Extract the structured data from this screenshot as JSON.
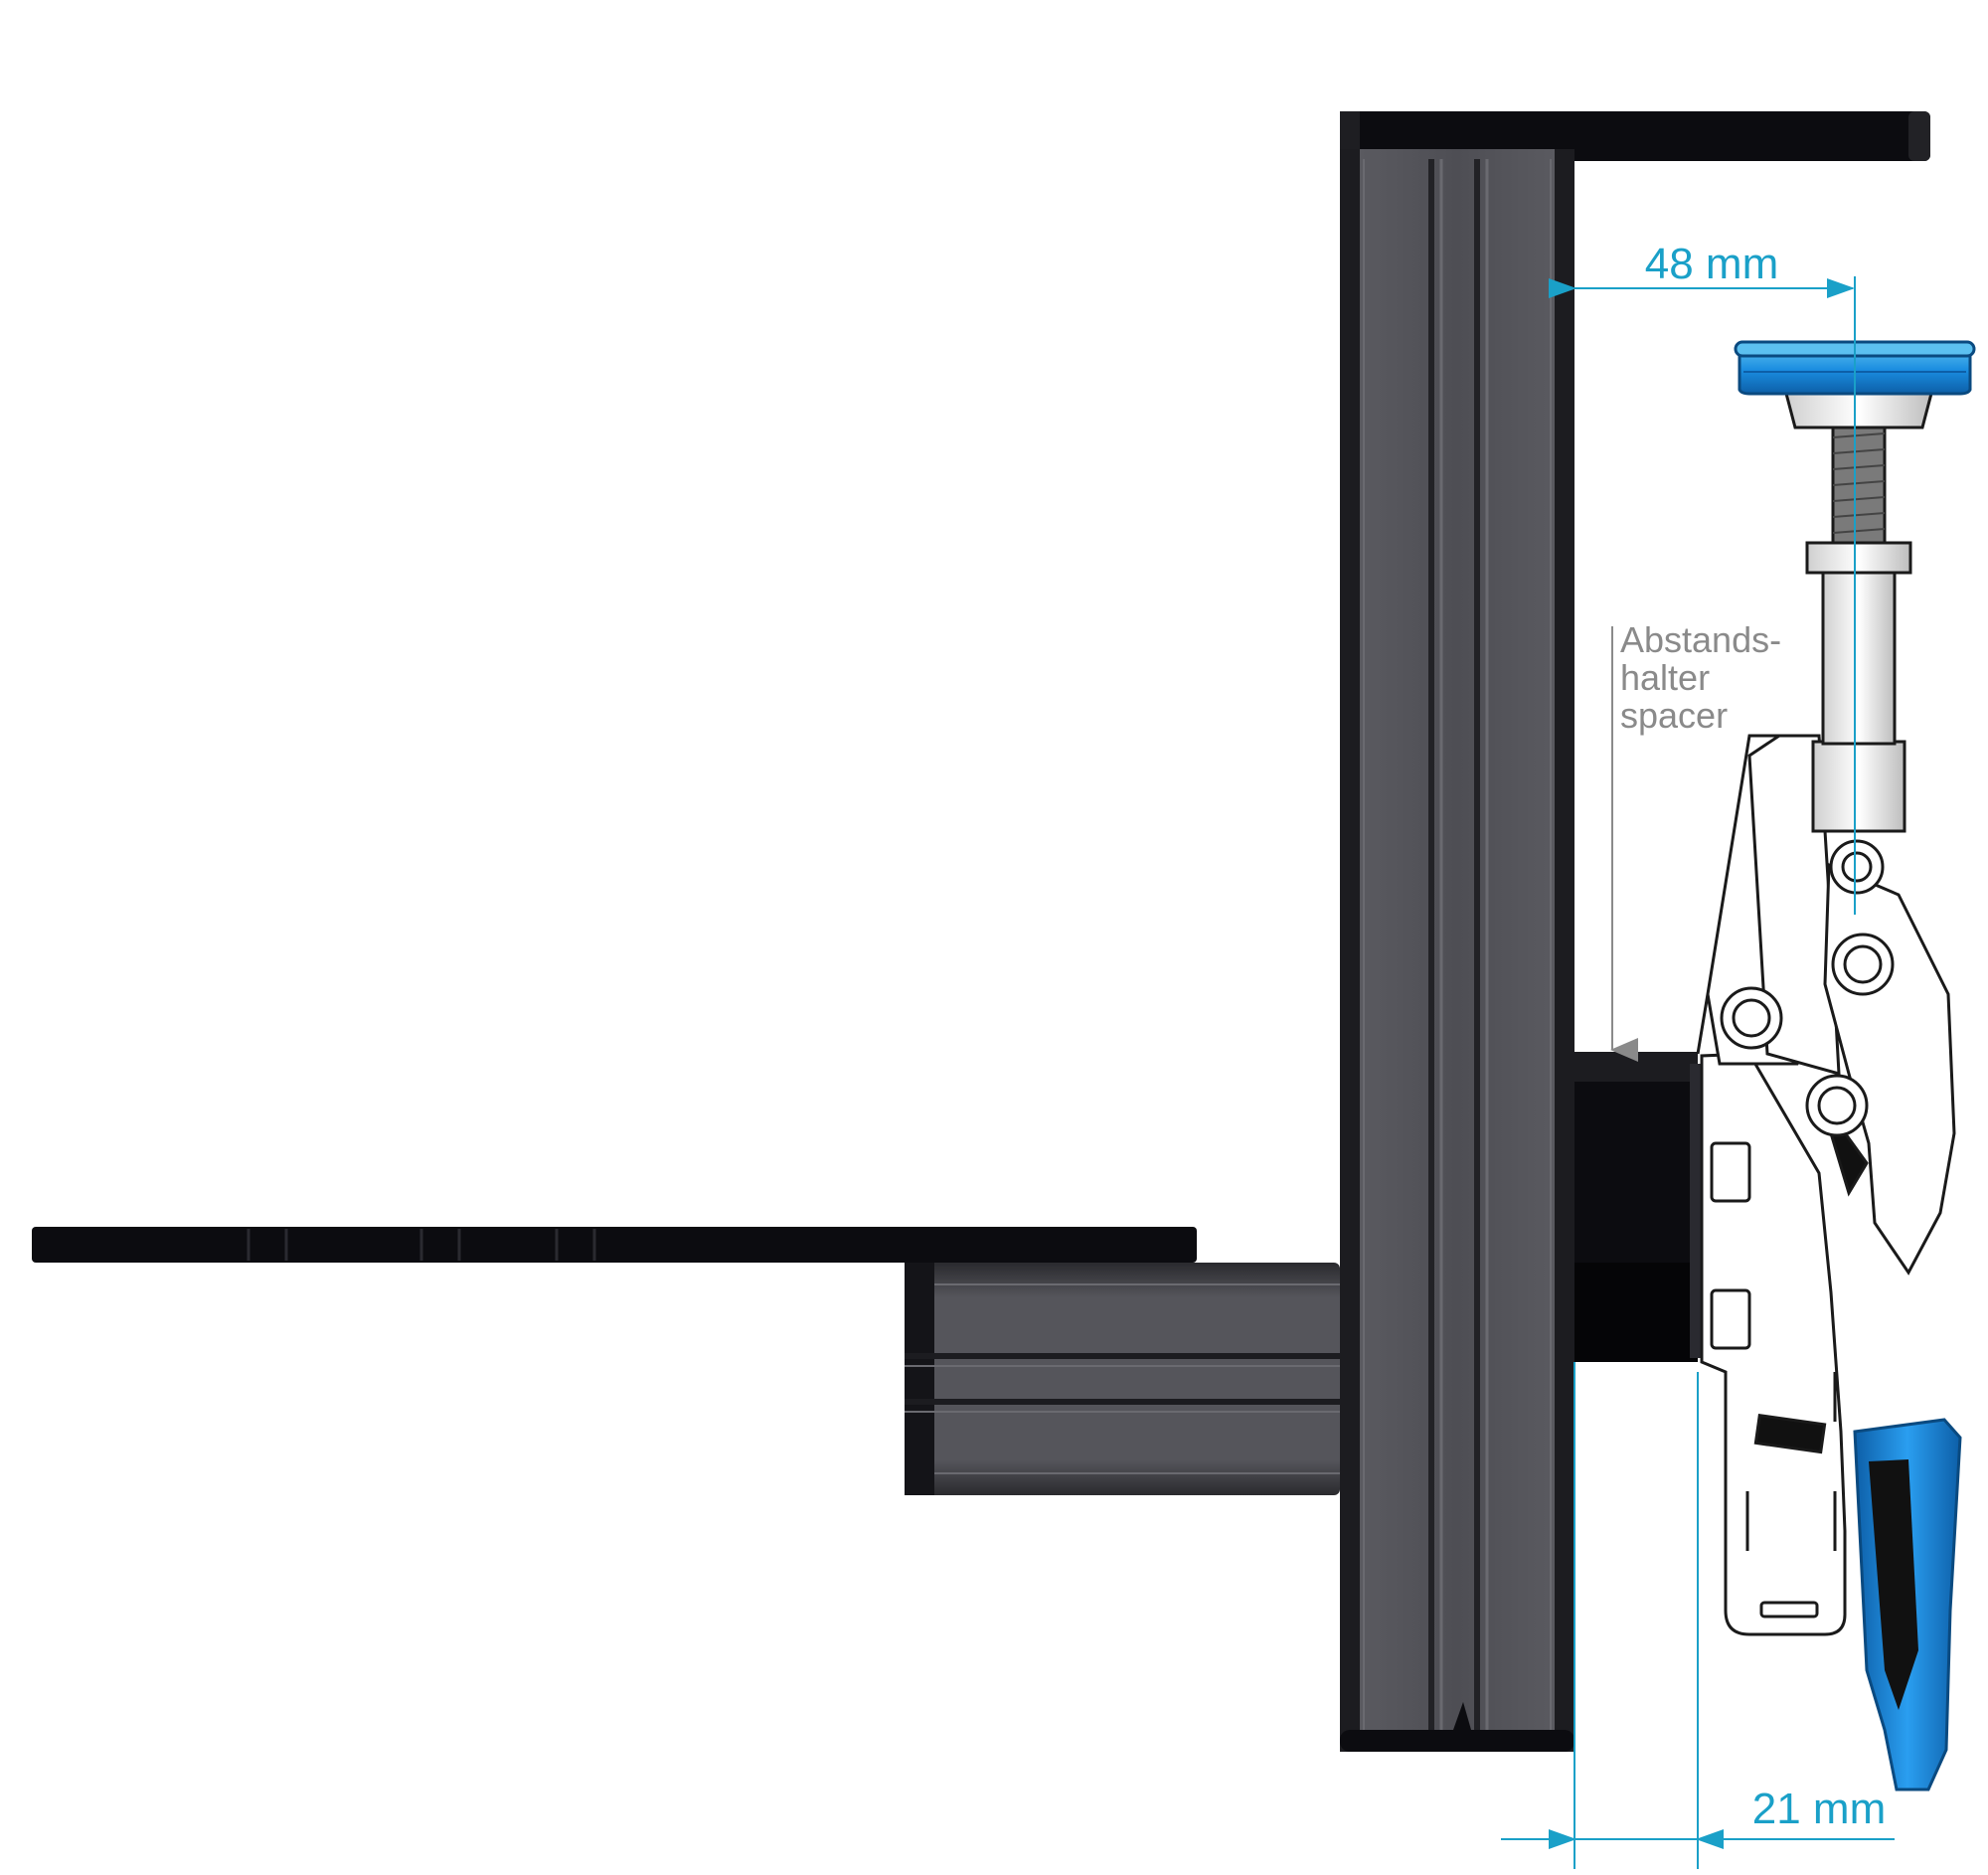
{
  "dimensions": {
    "top_distance": "48 mm",
    "bottom_distance": "21 mm"
  },
  "annotation": {
    "line1": "Abstands-",
    "line2": "halter",
    "line3": "spacer"
  },
  "colors": {
    "profile_dark": "#3c3c40",
    "profile_mid": "#55555a",
    "plate_black": "#0c0c10",
    "clamp_blue": "#1a8de0",
    "dimension_cyan": "#1aa0c8",
    "annotation_gray": "#8a8a8a"
  }
}
